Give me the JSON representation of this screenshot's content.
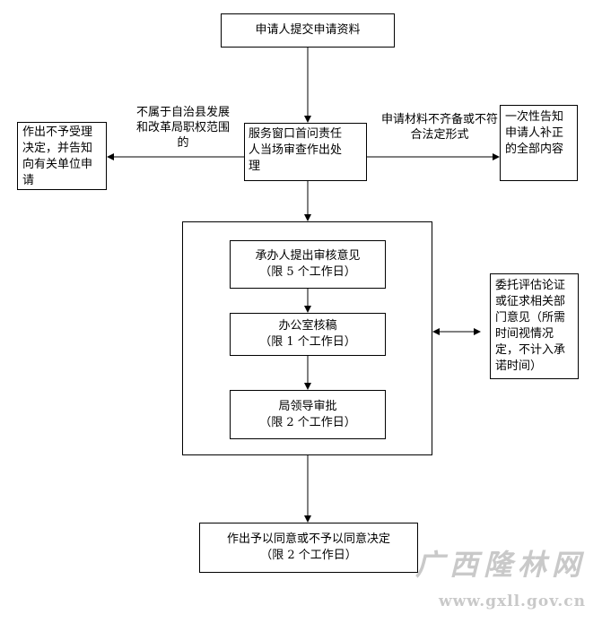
{
  "nodes": {
    "submit": "申请人提交申请资料",
    "window": [
      "服务窗口首问责任",
      "人当场审查作出处",
      "理"
    ],
    "reject": [
      "作出不予受理",
      "决定，并告知",
      "向有关单位申",
      "请"
    ],
    "notify": [
      "一次性告知",
      "申请人补正",
      "的全部内容"
    ],
    "review": [
      "承办人提出审核意见",
      "（限 5 个工作日）"
    ],
    "office": [
      "办公室核稿",
      "（限 1 个工作日）"
    ],
    "leader": [
      "局领导审批",
      "（限 2 个工作日）"
    ],
    "entrust": [
      "委托评估论证",
      "或征求相关部",
      "门意见（所需",
      "时间视情况",
      "定，不计入承",
      "诺时间）"
    ],
    "decision": [
      "作出予以同意或不予以同意决定",
      "（限 2 个工作日）"
    ]
  },
  "edge_labels": {
    "not_in_scope": [
      "不属于自治县发展",
      "和改革局职权范围",
      "的"
    ],
    "incomplete": [
      "申请材料不齐备或不符",
      "合法定形式"
    ]
  },
  "watermark": {
    "text": "广西隆林网",
    "url": "www.gxll.gov.cn"
  }
}
